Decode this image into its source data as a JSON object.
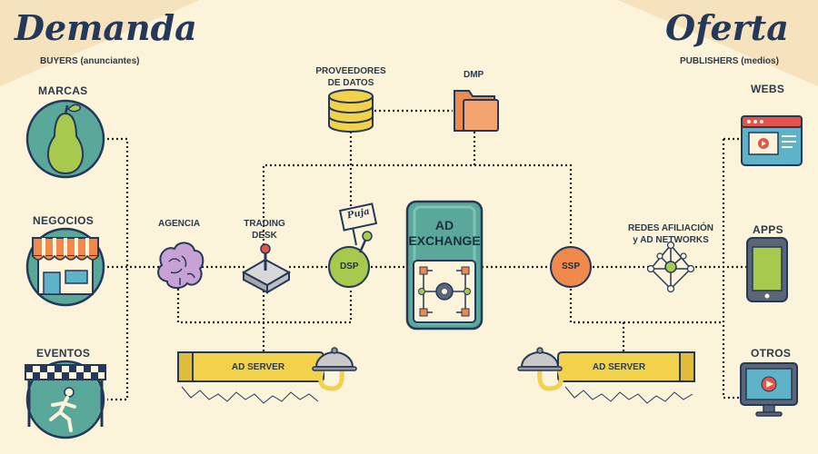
{
  "header": {
    "demand_title": "Demanda",
    "demand_subtitle": "BUYERS (anunciantes)",
    "supply_title": "Oferta",
    "supply_subtitle": "PUBLISHERS (medios)"
  },
  "buyers": [
    {
      "label": "MARCAS",
      "icon": "pear-icon"
    },
    {
      "label": "NEGOCIOS",
      "icon": "shop-icon"
    },
    {
      "label": "EVENTOS",
      "icon": "runner-finish-line-icon"
    }
  ],
  "publishers": [
    {
      "label": "WEBS",
      "icon": "browser-window-icon"
    },
    {
      "label": "APPS",
      "icon": "tablet-icon"
    },
    {
      "label": "OTROS",
      "icon": "monitor-video-icon"
    }
  ],
  "nodes": {
    "agencia": "AGENCIA",
    "trading_desk_line1": "TRADING",
    "trading_desk_line2": "DESK",
    "dsp": "DSP",
    "puja": "Puja",
    "ad_exchange_line1": "AD",
    "ad_exchange_line2": "EXCHANGE",
    "ssp": "SSP",
    "redes_line1": "REDES AFILIACIÓN",
    "redes_line2": "y  AD NETWORKS",
    "proveedores_line1": "PROVEEDORES",
    "proveedores_line2": "DE DATOS",
    "dmp": "DMP",
    "ad_server_left": "AD SERVER",
    "ad_server_right": "AD SERVER"
  },
  "colors": {
    "background": "#fbf3da",
    "teal": "#5aa89a",
    "green": "#a7c94d",
    "orange": "#ef8a4c",
    "yellow": "#f2d24b",
    "navy": "#24385a",
    "red": "#e5544b"
  }
}
